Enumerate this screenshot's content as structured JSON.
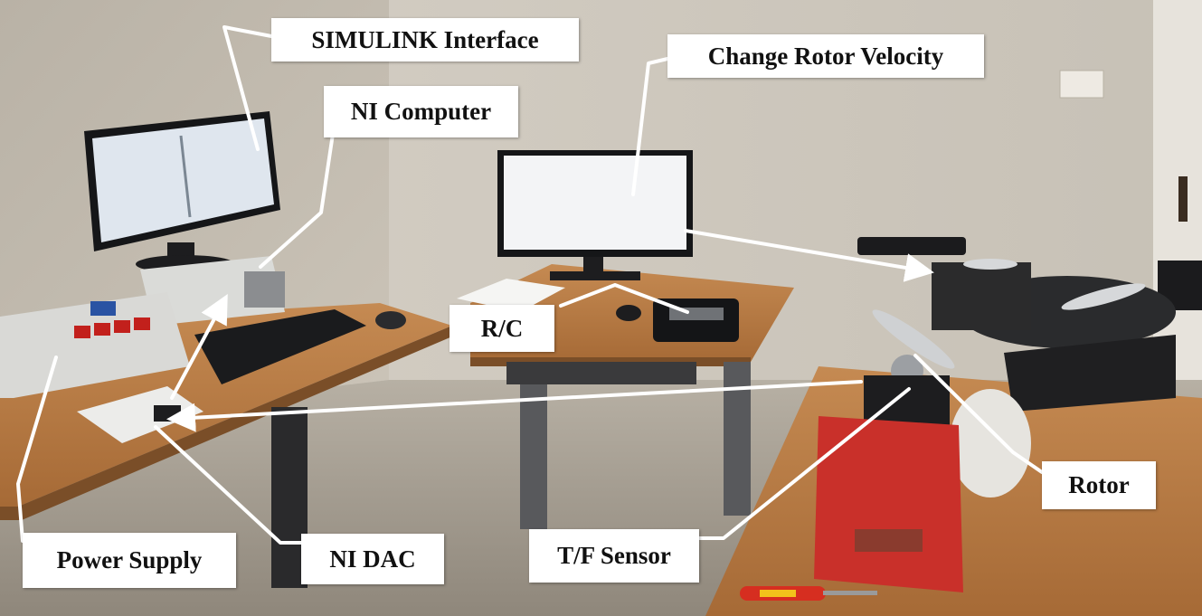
{
  "labels": {
    "simulink_interface": "SIMULINK Interface",
    "change_rotor_velocity": "Change Rotor Velocity",
    "ni_computer": "NI Computer",
    "rc": "R/C",
    "rotor": "Rotor",
    "tf_sensor": "T/F Sensor",
    "ni_dac": "NI DAC",
    "power_supply": "Power Supply"
  }
}
